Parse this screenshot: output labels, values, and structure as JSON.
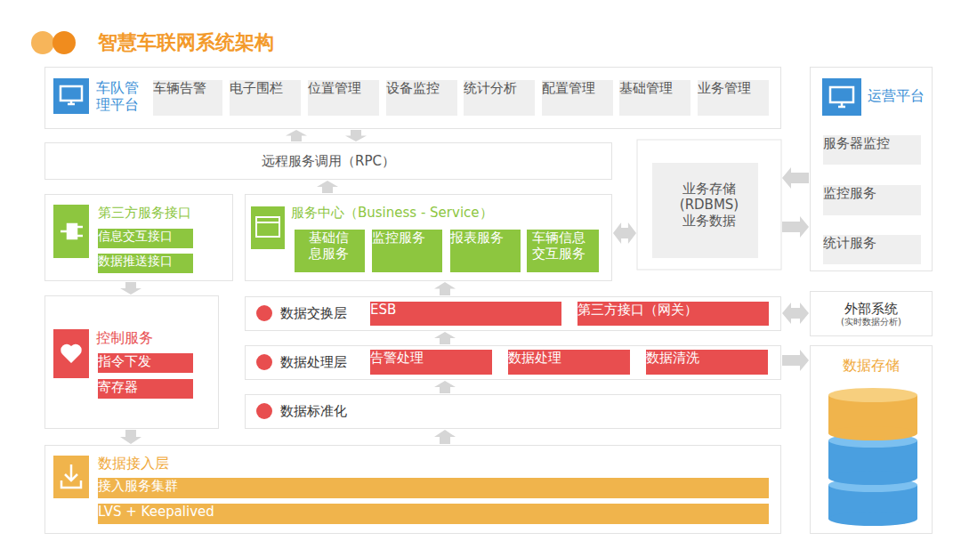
{
  "diagram": {
    "title": "智慧车联网系统架构",
    "nodes": [
      {
        "text": [
          "车队管理平台"
        ]
      },
      {
        "text": [
          "车辆告警"
        ],
        "in": 0
      },
      {
        "text": [
          "电子围栏"
        ],
        "in": 0
      },
      {
        "text": [
          "位置管理"
        ],
        "in": 0
      },
      {
        "text": [
          "设备监控"
        ],
        "in": 0
      },
      {
        "text": [
          "统计分析"
        ],
        "in": 0
      },
      {
        "text": [
          "配置管理"
        ],
        "in": 0
      },
      {
        "text": [
          "基础管理"
        ],
        "in": 0
      },
      {
        "text": [
          "业务管理"
        ],
        "in": 0
      },
      {
        "text": [
          "远程服务调用（RPC）"
        ]
      },
      {
        "text": [
          "第三方服务接口"
        ]
      },
      {
        "text": [
          "信息交互接口"
        ],
        "in": 10
      },
      {
        "text": [
          "数据推送接口"
        ],
        "in": 10
      },
      {
        "text": [
          "服务中心（Business - Service）"
        ]
      },
      {
        "text": [
          "基础信息服务"
        ],
        "in": 13
      },
      {
        "text": [
          "监控服务"
        ],
        "in": 13
      },
      {
        "text": [
          "报表服务"
        ],
        "in": 13
      },
      {
        "text": [
          "车辆信息交互服务"
        ],
        "in": 13
      },
      {
        "text": [
          "业务存储 (RDBMS) 业务数据"
        ]
      },
      {
        "text": [
          "运营平台"
        ]
      },
      {
        "text": [
          "服务器监控"
        ],
        "in": 19
      },
      {
        "text": [
          "监控服务"
        ],
        "in": 19
      },
      {
        "text": [
          "统计服务"
        ],
        "in": 19
      },
      {
        "text": [
          "控制服务"
        ]
      },
      {
        "text": [
          "指令下发"
        ],
        "in": 23
      },
      {
        "text": [
          "寄存器"
        ],
        "in": 23
      },
      {
        "text": [
          "数据交换层"
        ]
      },
      {
        "text": [
          "ESB"
        ],
        "in": 26
      },
      {
        "text": [
          "第三方接口（网关）"
        ],
        "in": 26
      },
      {
        "text": [
          "外部系统",
          "(实时数据分析)"
        ]
      },
      {
        "text": [
          "数据处理层"
        ]
      },
      {
        "text": [
          "告警处理"
        ],
        "in": 30
      },
      {
        "text": [
          "数据处理"
        ],
        "in": 30
      },
      {
        "text": [
          "数据清洗"
        ],
        "in": 30
      },
      {
        "text": [
          "数据存储"
        ]
      },
      {
        "text": [
          "数据标准化"
        ]
      },
      {
        "text": [
          "数据接入层"
        ]
      },
      {
        "text": [
          "接入服务集群"
        ],
        "in": 36
      },
      {
        "text": [
          "LVS + Keepalived"
        ],
        "in": 36
      }
    ],
    "edges": [
      {
        "from": 9,
        "to": 0,
        "arrow": "to"
      },
      {
        "from": 0,
        "to": 9,
        "arrow": "to"
      },
      {
        "from": 13,
        "to": 9,
        "arrow": "to"
      },
      {
        "from": 13,
        "to": 18,
        "arrow": "both"
      },
      {
        "from": 19,
        "to": 18,
        "arrow": "to"
      },
      {
        "from": 18,
        "to": 19,
        "arrow": "to"
      },
      {
        "from": 10,
        "to": 23,
        "arrow": "to"
      },
      {
        "from": 26,
        "to": 13,
        "arrow": "to"
      },
      {
        "from": 26,
        "to": 29,
        "arrow": "both"
      },
      {
        "from": 30,
        "to": 26,
        "arrow": "to"
      },
      {
        "from": 30,
        "to": 34,
        "arrow": "to"
      },
      {
        "from": 35,
        "to": 30,
        "arrow": "to"
      },
      {
        "from": 36,
        "to": 35,
        "arrow": "to"
      },
      {
        "from": 23,
        "to": 36,
        "arrow": "to"
      }
    ]
  }
}
